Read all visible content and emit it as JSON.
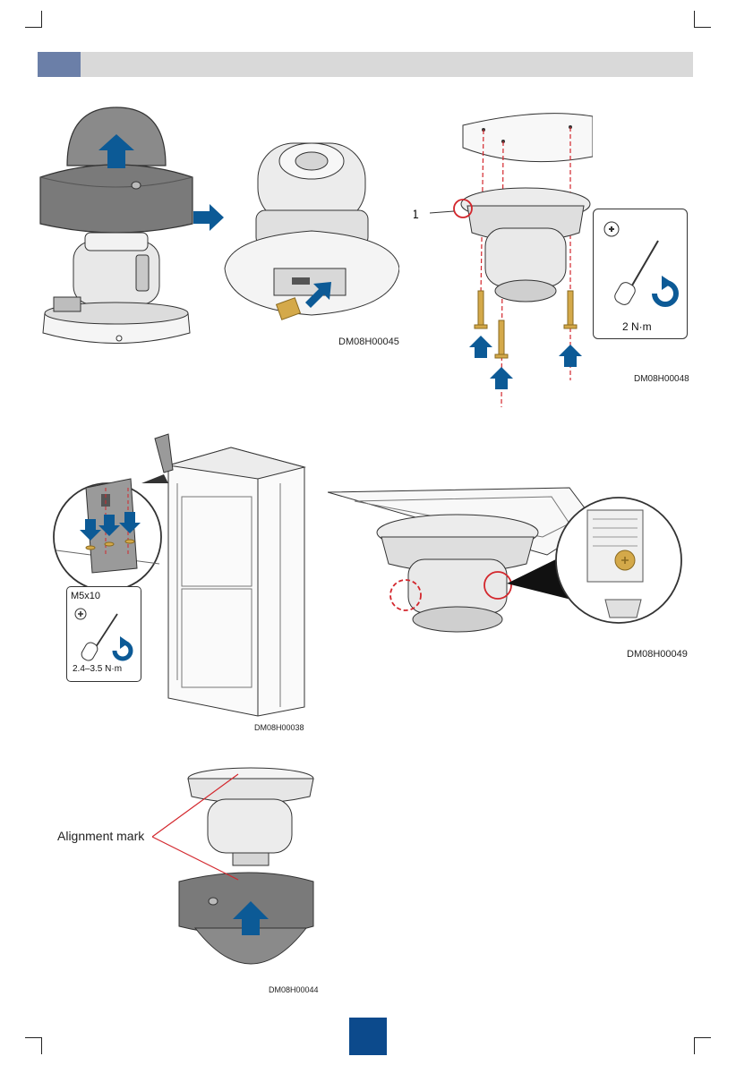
{
  "figures": {
    "fig1": {
      "code": ""
    },
    "fig2": {
      "code": "DM08H00045"
    },
    "fig3": {
      "code": "DM08H00048",
      "callout": "1",
      "torque": "2 N·m"
    },
    "fig4": {
      "code": "DM08H00038",
      "screw": "M5x10",
      "torque": "2.4–3.5 N·m"
    },
    "fig5": {
      "code": "DM08H00049"
    },
    "fig6": {
      "code": "DM08H00044",
      "label": "Alignment mark"
    }
  },
  "colors": {
    "accent_blue": "#0c5a96",
    "header_tab": "#6b7fa8",
    "header_bar": "#d9d9d9",
    "brass": "#d4a94a",
    "callout_red": "#d3262c",
    "page_box": "#0c4a8c"
  },
  "icons": [
    "arrow-up-icon",
    "arrow-right-icon",
    "arrow-down-icon",
    "phillips-screwdriver-icon",
    "rotate-clockwise-icon",
    "phillips-head-icon"
  ]
}
